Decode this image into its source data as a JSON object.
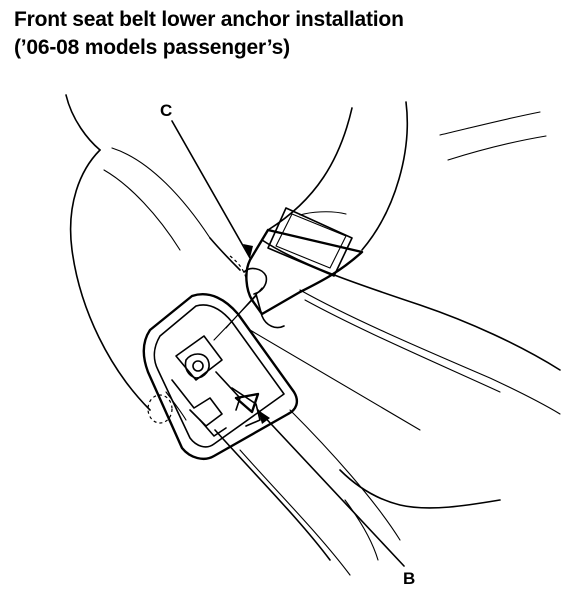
{
  "title": {
    "line1": "Front seat belt lower anchor installation",
    "line2": "(’06-08 models passenger’s)"
  },
  "callouts": {
    "c_label": "C",
    "b_label": "B"
  },
  "colors": {
    "ink": "#000000",
    "paper": "#ffffff"
  }
}
